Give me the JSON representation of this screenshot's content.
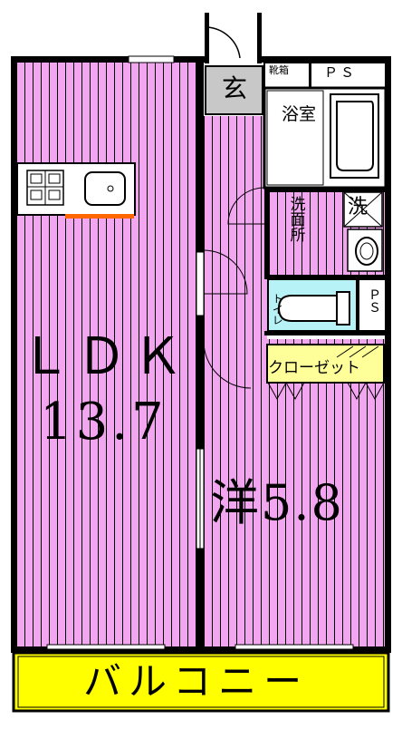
{
  "floorplan": {
    "ldk": {
      "name": "ＬＤＫ",
      "area": "13.7"
    },
    "western_room": {
      "name": "洋5.8"
    },
    "balcony": {
      "name": "バルコニー"
    },
    "entrance": {
      "name": "玄"
    },
    "shoe_cabinet": {
      "name": "靴箱"
    },
    "ps_top": {
      "name": "ＰＳ"
    },
    "bathroom": {
      "name": "浴室"
    },
    "washroom": {
      "name": "洗面所"
    },
    "washing_machine": {
      "name": "洗"
    },
    "toilet": {
      "name": "トイレ"
    },
    "ps_mid": {
      "name": "ＰＳ"
    },
    "closet": {
      "name": "クローゼット"
    }
  },
  "colors": {
    "floor": "#f2a6f0",
    "floor_line": "#000000",
    "wall": "#000000",
    "balcony": "#ffff00",
    "entrance": "#c8c8c8",
    "toilet": "#b6f2f6",
    "closet": "#ffff99",
    "counter": "#ff6600"
  }
}
